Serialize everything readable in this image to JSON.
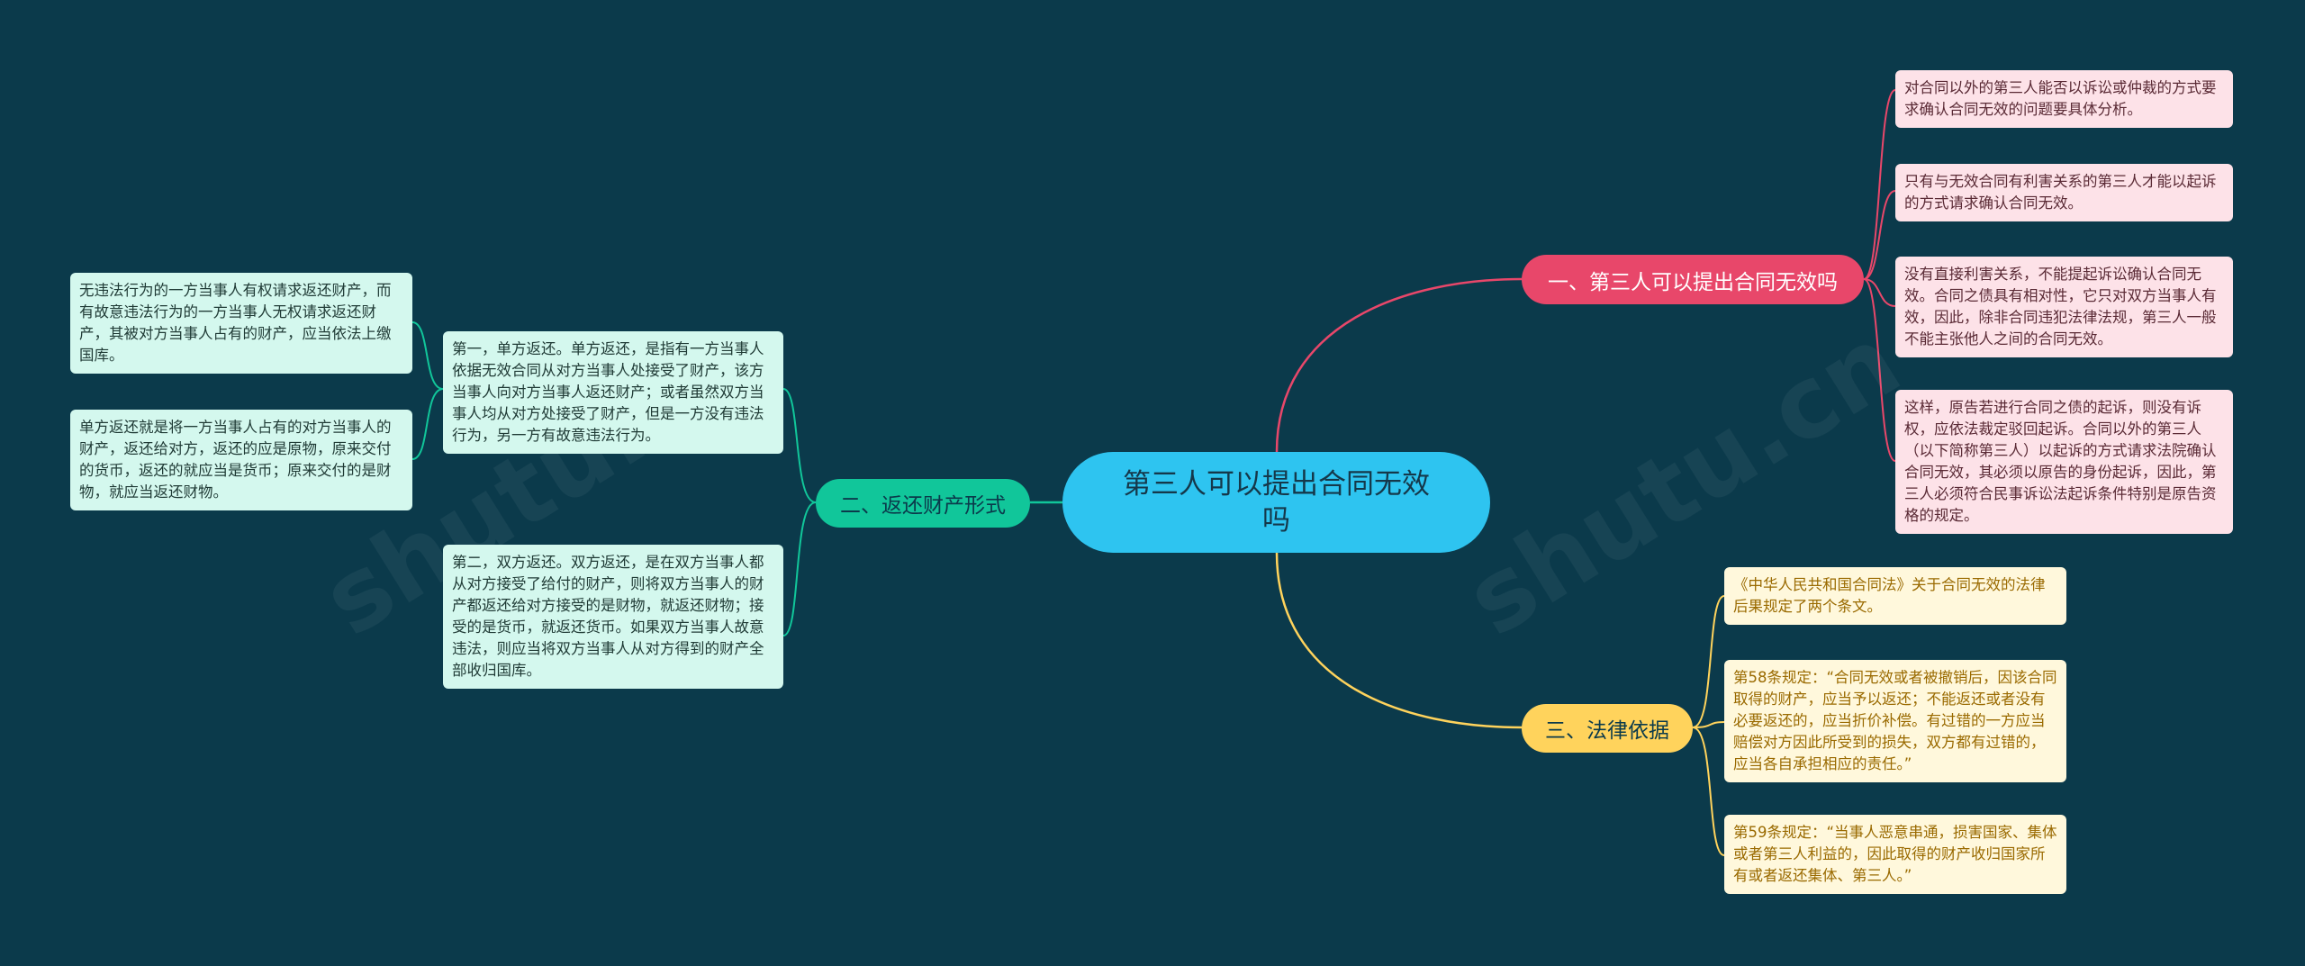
{
  "root": {
    "label": "第三人可以提出合同无效吗"
  },
  "branches": {
    "b1": {
      "label": "一、第三人可以提出合同无效吗",
      "leaves": [
        "对合同以外的第三人能否以诉讼或仲裁的方式要求确认合同无效的问题要具体分析。",
        "只有与无效合同有利害关系的第三人才能以起诉的方式请求确认合同无效。",
        "没有直接利害关系，不能提起诉讼确认合同无效。合同之债具有相对性，它只对双方当事人有效，因此，除非合同违犯法律法规，第三人一般不能主张他人之间的合同无效。",
        "这样，原告若进行合同之债的起诉，则没有诉权，应依法裁定驳回起诉。合同以外的第三人（以下简称第三人）以起诉的方式请求法院确认合同无效，其必须以原告的身份起诉，因此，第三人必须符合民事诉讼法起诉条件特别是原告资格的规定。"
      ]
    },
    "b2": {
      "label": "二、返还财产形式",
      "leaves": [
        "第一，单方返还。单方返还，是指有一方当事人依据无效合同从对方当事人处接受了财产，该方当事人向对方当事人返还财产；或者虽然双方当事人均从对方处接受了财产，但是一方没有违法行为，另一方有故意违法行为。",
        "第二，双方返还。双方返还，是在双方当事人都从对方接受了给付的财产，则将双方当事人的财产都返还给对方接受的是财物，就返还财物；接受的是货币，就返还货币。如果双方当事人故意违法，则应当将双方当事人从对方得到的财产全部收归国库。"
      ],
      "subleaves": [
        "无违法行为的一方当事人有权请求返还财产，而有故意违法行为的一方当事人无权请求返还财产，其被对方当事人占有的财产，应当依法上缴国库。",
        "单方返还就是将一方当事人占有的对方当事人的财产，返还给对方，返还的应是原物，原来交付的货币，返还的就应当是货币；原来交付的是财物，就应当返还财物。"
      ]
    },
    "b3": {
      "label": "三、法律依据",
      "leaves": [
        "《中华人民共和国合同法》关于合同无效的法律后果规定了两个条文。",
        "第58条规定：“合同无效或者被撤销后，因该合同取得的财产，应当予以返还；不能返还或者没有必要返还的，应当折价补偿。有过错的一方应当赔偿对方因此所受到的损失，双方都有过错的，应当各自承担相应的责任。”",
        "第59条规定：“当事人恶意串通，损害国家、集体或者第三人利益的，因此取得的财产收归国家所有或者返还集体、第三人。”"
      ]
    }
  },
  "colors": {
    "background": "#0b3a4b",
    "root": "#2ec4f0",
    "branch1": "#e8476a",
    "branch2": "#11c69a",
    "branch3": "#ffd35c"
  }
}
